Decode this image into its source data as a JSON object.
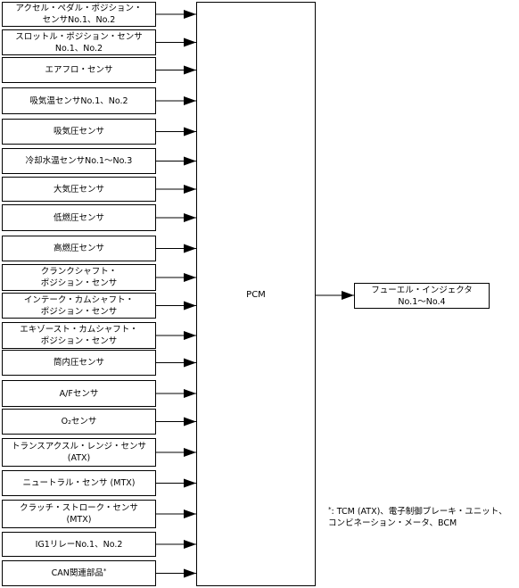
{
  "inputs": [
    "アクセル・ペダル・ポジション・\nセンサNo.1、No.2",
    "スロットル・ポジション・センサ\nNo.1、No.2",
    "エアフロ・センサ",
    "吸気温センサNo.1、No.2",
    "吸気圧センサ",
    "冷却水温センサNo.1〜No.3",
    "大気圧センサ",
    "低燃圧センサ",
    "高燃圧センサ",
    "クランクシャフト・\nポジション・センサ",
    "インテーク・カムシャフト・\nポジション・センサ",
    "エキゾースト・カムシャフト・\nポジション・センサ",
    "筒内圧センサ",
    "A/Fセンサ",
    "O₂センサ",
    "トランスアクスル・レンジ・センサ\n(ATX)",
    "ニュートラル・センサ (MTX)",
    "クラッチ・ストローク・センサ\n(MTX)",
    "IG1リレーNo.1、No.2",
    "CAN関連部品"
  ],
  "can_marker": "*",
  "pcm_label": "PCM",
  "output_label": "フューエル・インジェクタ\nNo.1〜No.4",
  "footnote": {
    "marker": "*",
    "text": ": TCM (ATX)、電子制御ブレーキ・ユニット、\nコンビネーション・メータ、BCM"
  }
}
